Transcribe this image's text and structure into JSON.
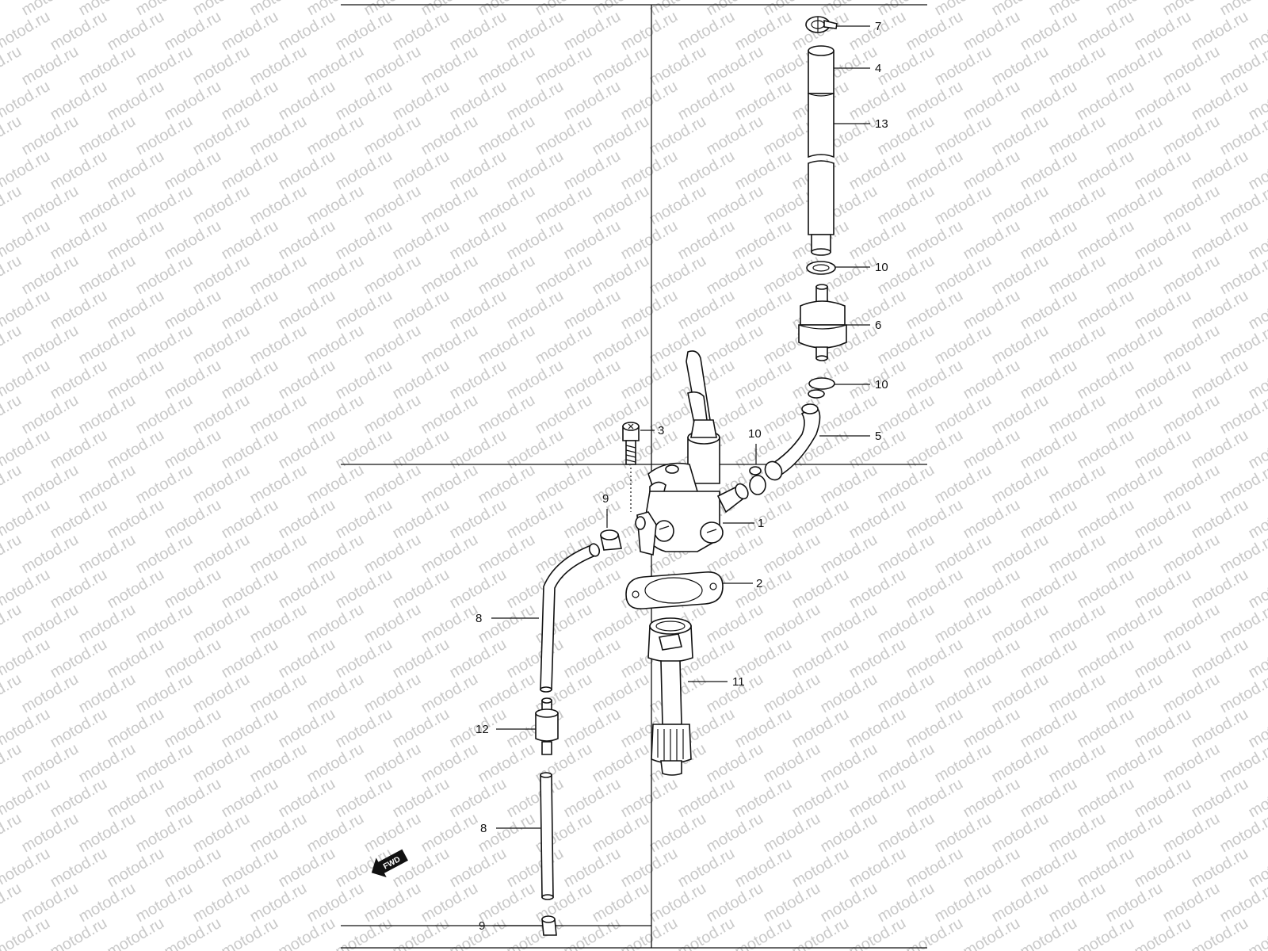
{
  "watermark": "motod.ru",
  "fwd_badge": "FWD",
  "callouts": {
    "p7": "7",
    "p4": "4",
    "p13": "13",
    "p10a": "10",
    "p6": "6",
    "p10b": "10",
    "p5": "5",
    "p10c": "10",
    "p3": "3",
    "p9a": "9",
    "p1": "1",
    "p2": "2",
    "p8a": "8",
    "p11": "11",
    "p12": "12",
    "p8b": "8",
    "p9b": "9"
  },
  "colors": {
    "ink": "#111111",
    "watermark": "#c9c9c9",
    "background": "#ffffff"
  }
}
